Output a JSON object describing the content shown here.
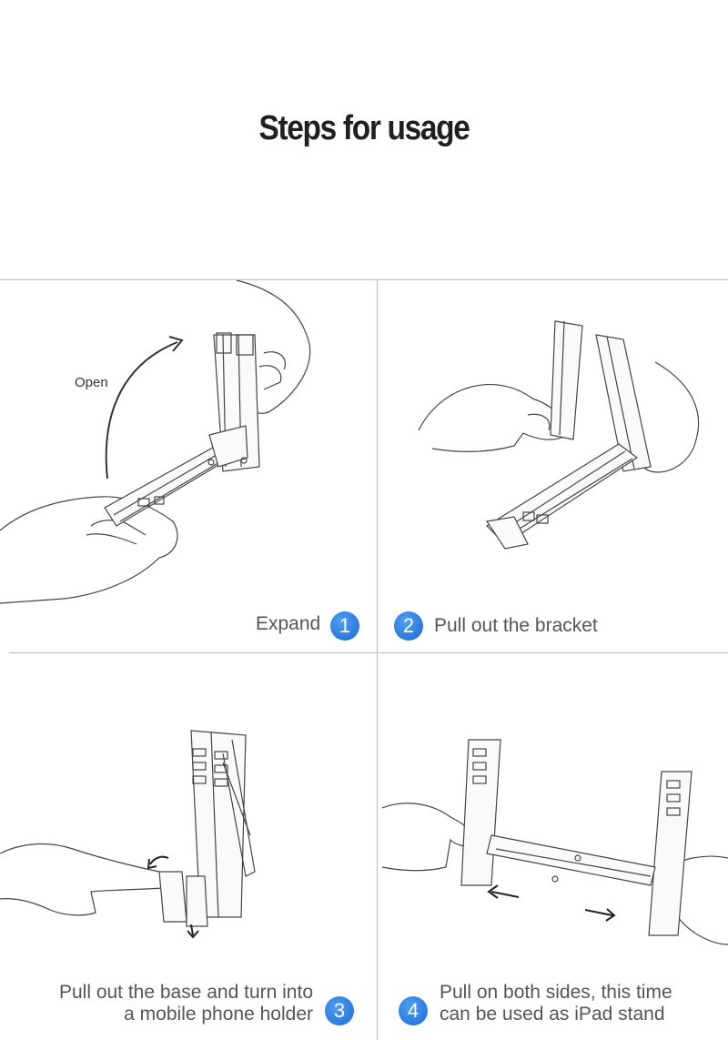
{
  "title": "Steps for usage",
  "steps": [
    {
      "number": "1",
      "caption": "Expand",
      "annotation": "Open"
    },
    {
      "number": "2",
      "caption": "Pull out the bracket"
    },
    {
      "number": "3",
      "caption_line1": "Pull out the base and turn into",
      "caption_line2": "a mobile phone holder"
    },
    {
      "number": "4",
      "caption_line1": "Pull on both sides, this time",
      "caption_line2": "can be used as iPad stand"
    }
  ],
  "colors": {
    "badge": "#2a7de1",
    "divider": "#b9b9b9",
    "title": "#1f1f1f",
    "caption": "#555555"
  }
}
